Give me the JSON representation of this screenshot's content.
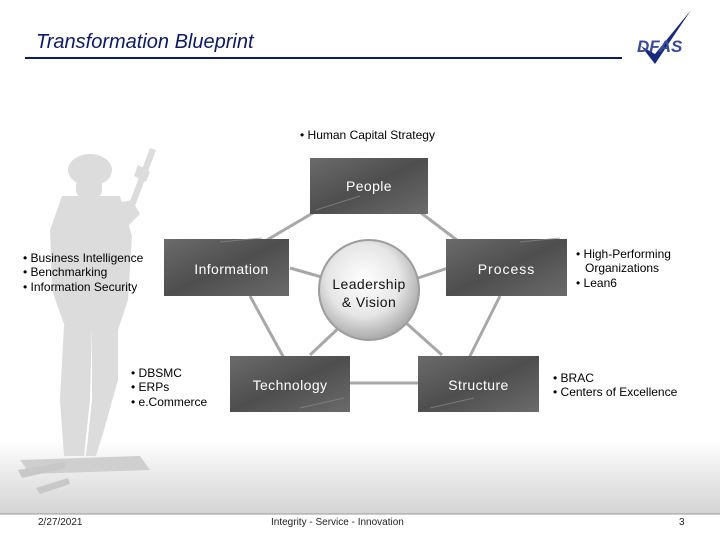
{
  "slide": {
    "title": "Transformation Blueprint",
    "logo_text": "DFAS",
    "colors": {
      "title": "#0d1a66",
      "node_fill": "#555555",
      "node_dark": "#2b2b2b",
      "connector": "#aaaaaa",
      "silhouette": "#d9d9d9"
    }
  },
  "diagram": {
    "center": "Leadership & Vision",
    "nodes": {
      "people": "People",
      "information": "Information",
      "process": "Process",
      "technology": "Technology",
      "structure": "Structure"
    }
  },
  "bullets": {
    "people": [
      "Human Capital Strategy"
    ],
    "information": [
      "Business Intelligence",
      "Benchmarking",
      "Information Security"
    ],
    "process": [
      "High-Performing",
      "Organizations",
      "Lean6"
    ],
    "technology": [
      "DBSMC",
      "ERPs",
      "e.Commerce"
    ],
    "structure": [
      "BRAC",
      "Centers of Excellence"
    ]
  },
  "footer": {
    "date": "2/27/2021",
    "tagline": "Integrity - Service - Innovation",
    "page": "3"
  }
}
